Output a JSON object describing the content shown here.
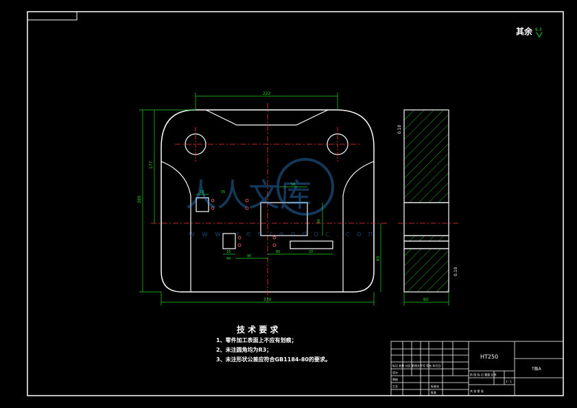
{
  "title_block": {
    "material": "HT250",
    "drawing_name": "T板A",
    "sheet": "1 : 1",
    "rows": [
      "标记 处数 分区 更改文件号 签名 年月日",
      "设计",
      "审核",
      "工艺",
      "标准化",
      "批准"
    ],
    "header_right": "阶 段 标 记   重量   比例",
    "footer_right": "共    张   第    张"
  },
  "surface_note": {
    "prefix": "其余",
    "value": "6.3"
  },
  "tech_requirements": {
    "heading": "技 术 要 求",
    "items": [
      "1、零件加工表面上不应有划痕；",
      "2、未注圆角均为R3；",
      "3、未注形状公差应符合GB1184-80的要求。"
    ]
  },
  "dimensions": {
    "top_width": "222",
    "bottom_width": "330",
    "left_height_outer": "285",
    "left_height_inner": "177",
    "right_height": "65",
    "side_width": "60",
    "side_top": "0.10",
    "side_bottom": "0.10",
    "small_dims": [
      "18",
      "35",
      "58",
      "60",
      "90",
      "80",
      "20",
      "16",
      "40"
    ]
  },
  "watermark": {
    "text": "人人文库",
    "url": "www.renrendoc.com"
  }
}
